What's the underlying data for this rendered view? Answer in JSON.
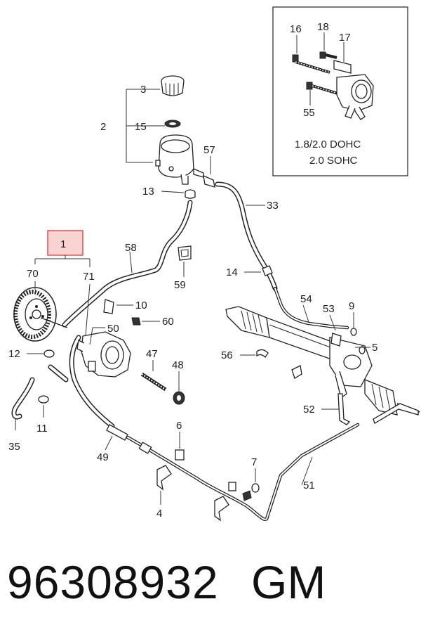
{
  "callouts": {
    "c1": "1",
    "c2": "2",
    "c3": "3",
    "c4": "4",
    "c5": "5",
    "c6": "6",
    "c7": "7",
    "c9": "9",
    "c10": "10",
    "c11": "11",
    "c12": "12",
    "c13": "13",
    "c14": "14",
    "c15": "15",
    "c16": "16",
    "c17": "17",
    "c18": "18",
    "c33": "33",
    "c35": "35",
    "c47": "47",
    "c48": "48",
    "c49": "49",
    "c50": "50",
    "c51": "51",
    "c52": "52",
    "c53": "53",
    "c54": "54",
    "c55": "55",
    "c56": "56",
    "c57": "57",
    "c58": "58",
    "c59": "59",
    "c60": "60",
    "c70": "70",
    "c71": "71"
  },
  "inset": {
    "note_line1": "1.8/2.0 DOHC",
    "note_line2": "2.0 SOHC"
  },
  "footer": {
    "part_number": "96308932",
    "brand": "GM"
  },
  "colors": {
    "highlight_border": "#d9534f",
    "highlight_fill": "#f9d2d2"
  }
}
